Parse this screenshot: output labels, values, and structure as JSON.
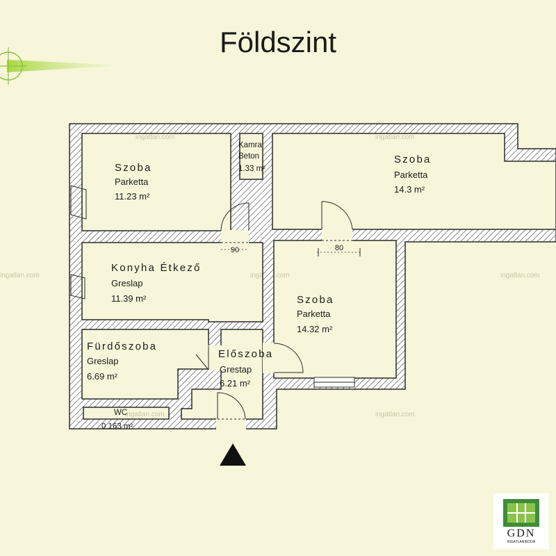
{
  "title": "Földszint",
  "area_unit": "m²",
  "rooms": {
    "szoba1": {
      "name": "Szoba",
      "floor": "Parketta",
      "area": "11.23 m²"
    },
    "kamra": {
      "name": "Kamra",
      "floor": "Beton",
      "area": "1.33 m²"
    },
    "szoba2": {
      "name": "Szoba",
      "floor": "Parketta",
      "area": "14.3 m²"
    },
    "konyha": {
      "name": "Konyha Étkező",
      "floor": "Greslap",
      "area": "11.39 m²"
    },
    "szoba3": {
      "name": "Szoba",
      "floor": "Parketta",
      "area": "14.32 m²"
    },
    "furdo": {
      "name": "Fürdőszoba",
      "floor": "Greslap",
      "area": "6.69 m²"
    },
    "eloszoba": {
      "name": "Előszoba",
      "floor": "Grestap",
      "area": "6.21 m²"
    },
    "wc": {
      "name": "WC",
      "area": "0.163 m²"
    }
  },
  "dimensions": {
    "door_90": "90",
    "door_80": "80"
  },
  "watermark": "ingatlan.com",
  "logo": {
    "text": "GDN",
    "subtitle": "INGATLANIRODA"
  },
  "colors": {
    "background": "#f7f6da",
    "wall_fill": "#ffffff",
    "wall_stroke": "#2a2a2a",
    "compass": "#9bd04a"
  }
}
